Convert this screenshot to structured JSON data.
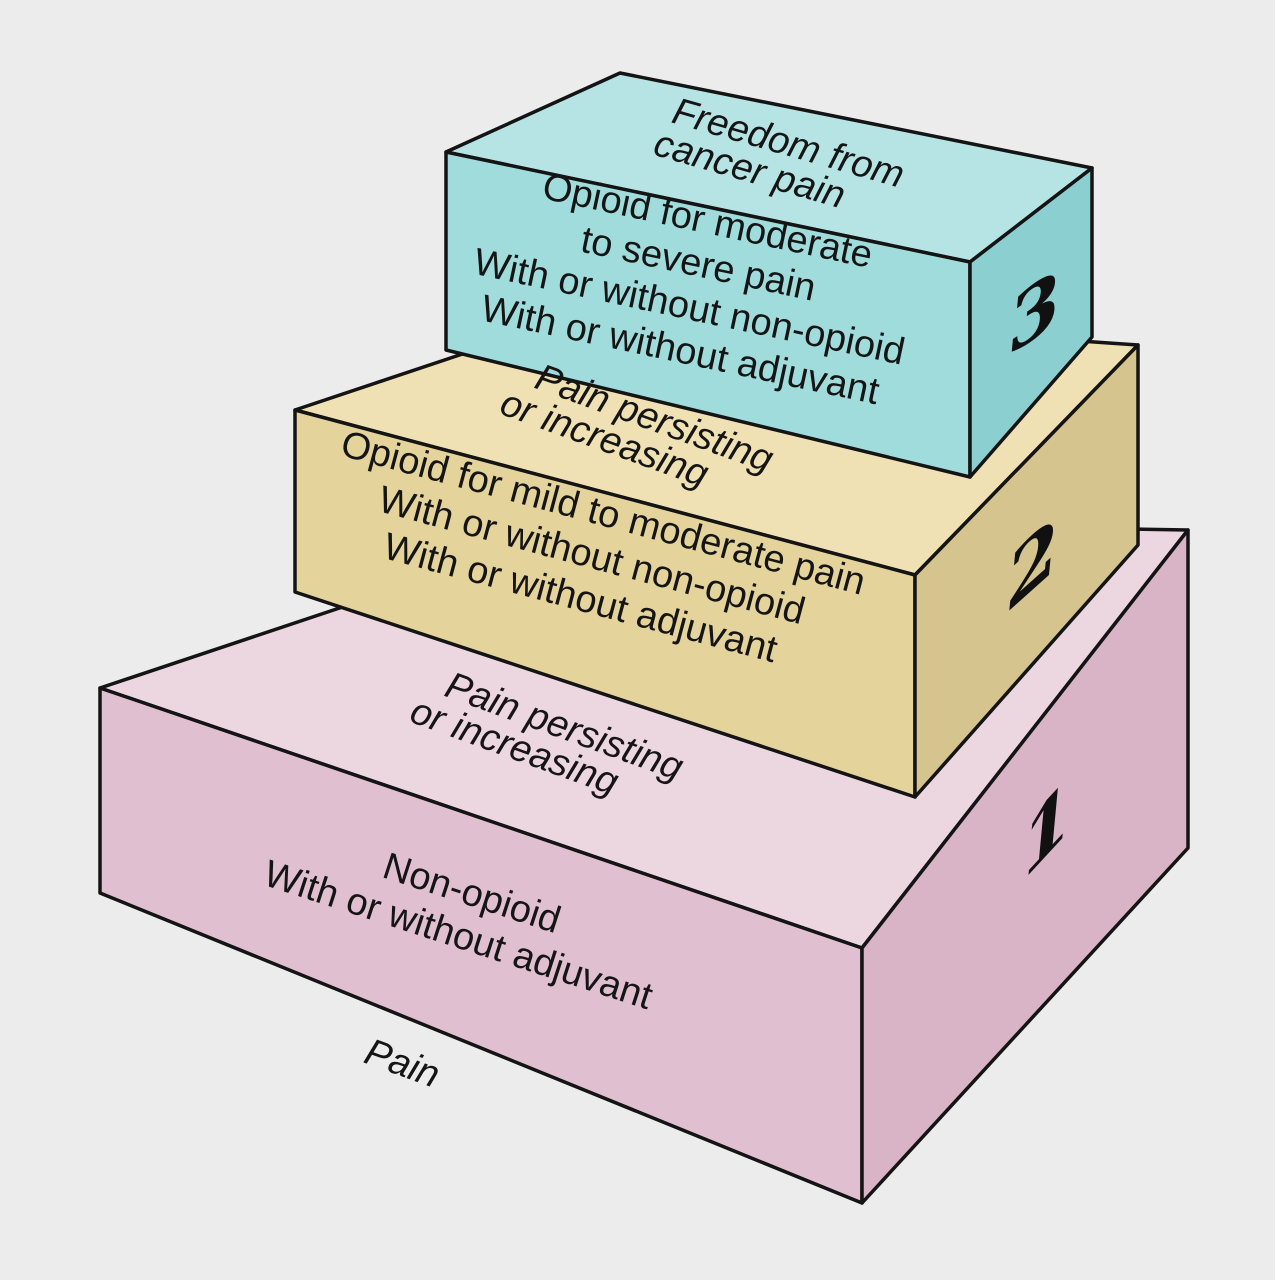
{
  "step1": {
    "number": "1",
    "treatment": [
      "Non-opioid",
      "With or without adjuvant"
    ],
    "colors": {
      "top": "#ecd6e0",
      "front": "#e0c0d0",
      "side": "#d8b4c6"
    }
  },
  "step2": {
    "number": "2",
    "transition": [
      "Pain persisting",
      "or increasing"
    ],
    "treatment": [
      "Opioid for mild to moderate pain",
      "With or without non-opioid",
      "With or without adjuvant"
    ],
    "colors": {
      "top": "#efe1b4",
      "front": "#e5d39c",
      "side": "#d6c48e"
    }
  },
  "step3": {
    "number": "3",
    "transition": [
      "Pain persisting",
      "or increasing"
    ],
    "goal": [
      "Freedom from",
      "cancer pain"
    ],
    "treatment": [
      "Opioid for moderate",
      "to severe pain",
      "With or without non-opioid",
      "With or without adjuvant"
    ],
    "colors": {
      "top": "#b6e4e4",
      "front": "#a0dcdc",
      "side": "#8ccfd0"
    }
  },
  "base_label": "Pain"
}
